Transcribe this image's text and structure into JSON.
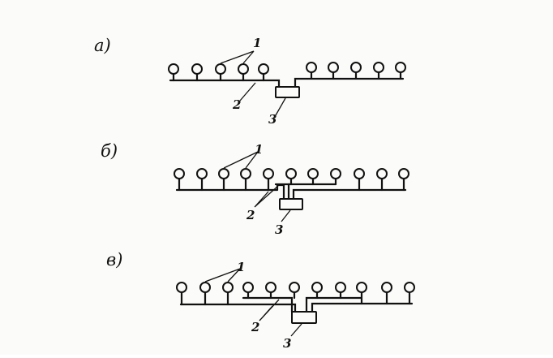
{
  "diagram": {
    "panels": [
      {
        "id": "a",
        "label": "а)",
        "lamp_label": "1",
        "line_label": "2",
        "box_label": "3"
      },
      {
        "id": "b",
        "label": "б)",
        "lamp_label": "1",
        "line_label": "2",
        "box_label": "3"
      },
      {
        "id": "c",
        "label": "в)",
        "lamp_label": "1",
        "line_label": "2",
        "box_label": "3"
      }
    ]
  }
}
